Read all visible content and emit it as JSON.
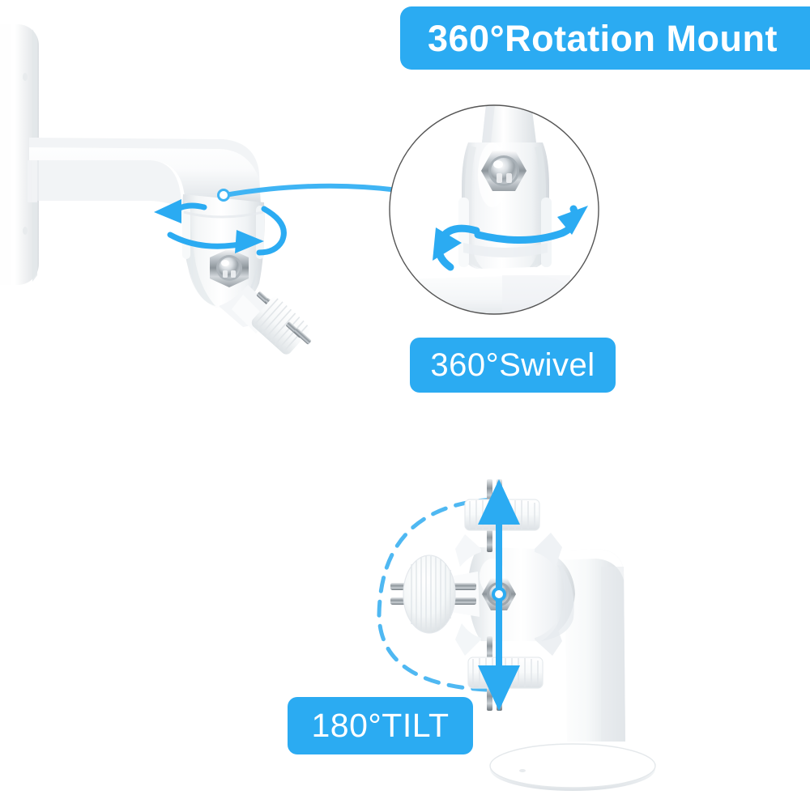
{
  "page": {
    "kind": "product-feature-infographic",
    "subject": "Security camera wall mount bracket",
    "background_color": "#FFFFFF",
    "accent_color": "#2BABF2",
    "plastic_color": "#FFFFFF",
    "plastic_shadow_color": "#D8DCDF",
    "chrome_color": "#C9CED2",
    "magnifier_outline_color": "#555555"
  },
  "badges": [
    {
      "id": "rotation",
      "label": "360°Rotation Mount",
      "bold": true,
      "bg": "#2BABF2",
      "fg": "#FFFFFF"
    },
    {
      "id": "swivel",
      "label": "360°Swivel",
      "bold": false,
      "bg": "#2BABF2",
      "fg": "#FFFFFF"
    },
    {
      "id": "tilt",
      "label": "180°TILT",
      "bold": false,
      "bg": "#2BABF2",
      "fg": "#FFFFFF"
    }
  ],
  "panels": {
    "rotation": {
      "name": "wall-mount-bracket-side-view",
      "parts": [
        "wall-plate",
        "horizontal-arm",
        "rotation-barrel",
        "hex-bolt",
        "thumbscrew-knob"
      ],
      "arrows": [
        "rotation-arrow-left",
        "rotation-arrow-right",
        "rotation-ellipse"
      ]
    },
    "swivel": {
      "name": "magnifier-detail-swivel-joint",
      "parts": [
        "magnifier-circle",
        "neck",
        "barrel",
        "hex-bolt",
        "base-plate"
      ],
      "arrows": [
        "swivel-arrow-left",
        "swivel-arrow-right"
      ],
      "callout": "callout-connector-line"
    },
    "tilt": {
      "name": "bracket-front-view-tilt",
      "parts": [
        "tilt-knob-top",
        "tilt-knob-bottom",
        "tilt-knob-left",
        "center-hex-nut",
        "yoke-body",
        "support-arm",
        "oval-base"
      ],
      "arrows": [
        "tilt-arrow-double-vertical",
        "tilt-dashed-arc"
      ]
    }
  }
}
